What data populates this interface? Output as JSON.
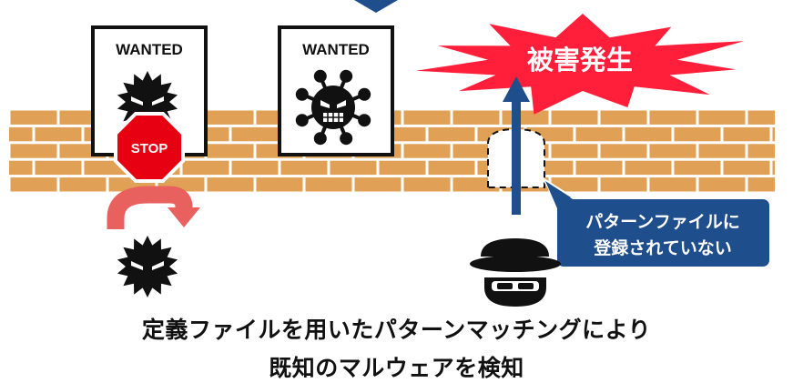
{
  "posters": [
    {
      "label": "WANTED",
      "icon": "spiky-malware-icon"
    },
    {
      "label": "WANTED",
      "icon": "virus-icon"
    }
  ],
  "stop_sign": {
    "label": "STOP"
  },
  "burst": {
    "label": "被害発生"
  },
  "callout": {
    "line1": "パターンファイルに",
    "line2": "登録されていない"
  },
  "caption": {
    "line1": "定義ファイルを用いたパターンマッチングにより",
    "line2": "既知のマルウェアを検知"
  },
  "colors": {
    "brick": "#e0a055",
    "mortar": "#ffffff",
    "stop": "#e60012",
    "burst": "#ff1f3a",
    "arrow_blue": "#1f4e8c",
    "uturn": "#e8615f",
    "callout_bg": "#1f4e8c"
  }
}
